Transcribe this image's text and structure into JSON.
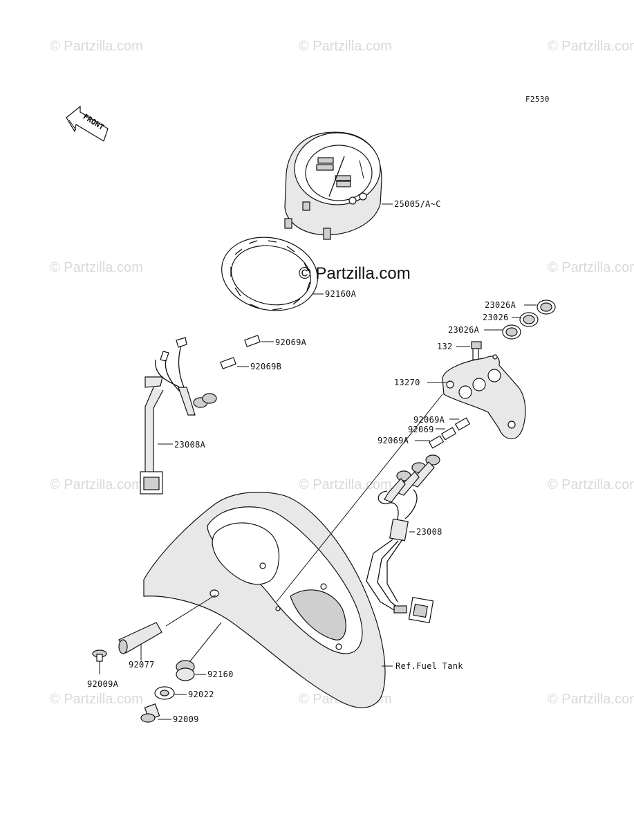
{
  "watermark": "© Partzilla.com",
  "center_watermark": "© Partzilla.com",
  "figure_code": "F2530",
  "front_label": "FRONT",
  "labels": {
    "p25005": "25005/A~C",
    "p92160A": "92160A",
    "p92069A_top": "92069A",
    "p92069B": "92069B",
    "p23008A": "23008A",
    "p23026A_1": "23026A",
    "p23026": "23026",
    "p23026A_2": "23026A",
    "p132": "132",
    "p13270": "13270",
    "p92069A_r1": "92069A",
    "p92069_r": "92069",
    "p92069A_r2": "92069A",
    "p23008": "23008",
    "p92077": "92077",
    "p92009A": "92009A",
    "p92160": "92160",
    "p92022": "92022",
    "p92009": "92009",
    "ref_fuel_tank": "Ref.Fuel Tank"
  }
}
